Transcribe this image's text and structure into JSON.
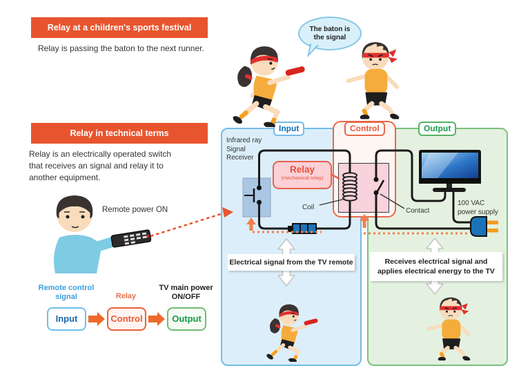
{
  "sports_section": {
    "banner": "Relay at a children's sports festival",
    "caption": "Relay is passing the baton to the next runner.",
    "speech": {
      "line1": "The baton is",
      "line2": "the signal"
    }
  },
  "technical_section": {
    "banner": "Relay in technical terms",
    "desc_line1": "Relay is an electrically operated switch",
    "desc_line2": "that receives an signal and relay it to",
    "desc_line3": "another equipment.",
    "remote_label": "Remote power ON"
  },
  "flow": {
    "input_caption": {
      "line1": "Remote control",
      "line2": "signal"
    },
    "control_caption": "Relay",
    "output_caption": {
      "line1": "TV main power",
      "line2": "ON/OFF"
    },
    "input_label": "Input",
    "control_label": "Control",
    "output_label": "Output"
  },
  "diagram": {
    "input_label": "Input",
    "control_label": "Control",
    "output_label": "Output",
    "receiver": {
      "line1": "Infrared ray",
      "line2": "Signal",
      "line3": "Receiver"
    },
    "relay": {
      "title": "Relay",
      "subtitle": "(mechanical relay)"
    },
    "coil_label": "Coil",
    "contact_label": "Contact",
    "power_supply": {
      "line1": "100 VAC",
      "line2": "power supply"
    },
    "input_note": "Electrical signal from the TV remote",
    "output_note": {
      "line1": "Receives electrical signal and",
      "line2": "applies electrical energy to the TV"
    }
  },
  "colors": {
    "banner_orange": "#E8542E",
    "accent_blue": "#1470B4",
    "accent_orange": "#E8573A",
    "accent_green": "#199C4B",
    "input_panel_bg": "#DCEEF9",
    "output_panel_bg": "#E4F1E0",
    "control_panel_bg": "#FDF6F3",
    "relay_pink": "#F8D2DC",
    "signal_arrow_orange": "#F08050",
    "flow_arrow_orange": "#EE6A2A",
    "baton_red": "#D9251D"
  }
}
